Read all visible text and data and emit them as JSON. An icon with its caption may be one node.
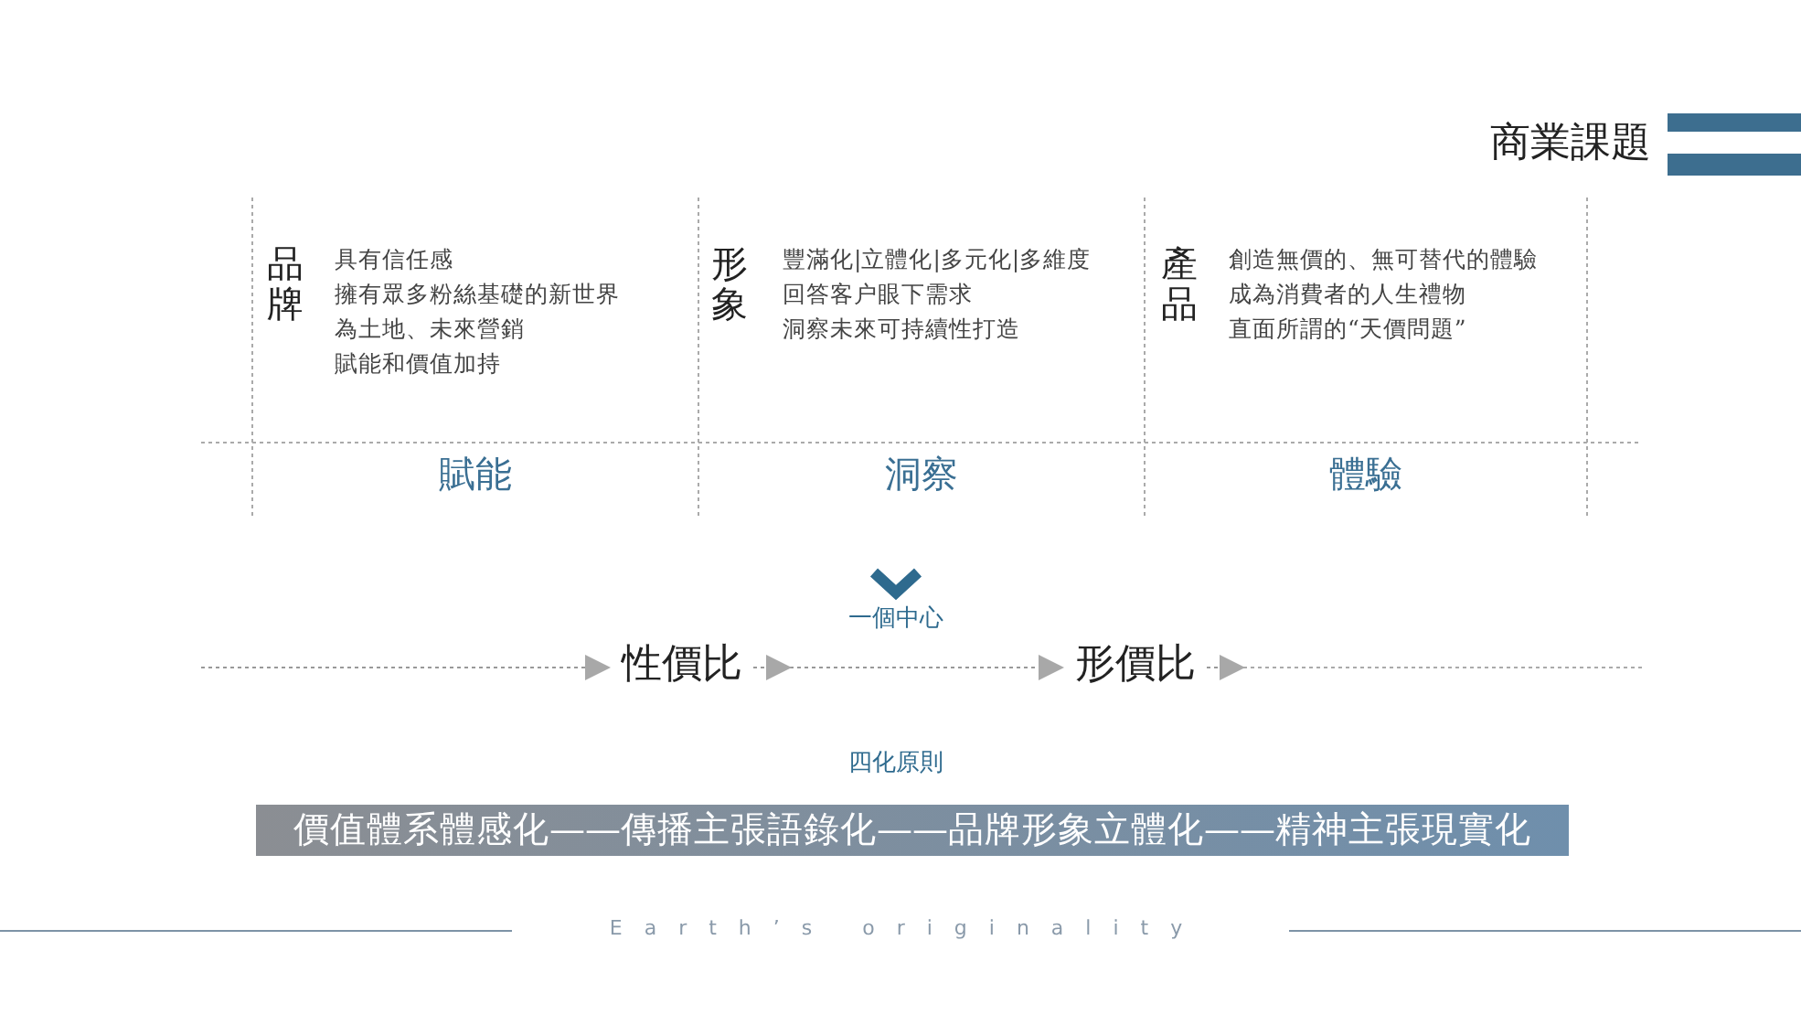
{
  "diagram": {
    "title": "商業課題",
    "nodes": [
      {
        "text": [
          "性價比"
        ]
      },
      {
        "text": [
          "形價比"
        ]
      },
      {
        "text": [
          "價值體系體感化——傳播主張語錄化——品牌形象立體化——精神主張現實化"
        ]
      }
    ],
    "edges": [
      {
        "from": null,
        "to": 0,
        "arrow": "to",
        "style": "dashed"
      },
      {
        "from": 0,
        "to": 1,
        "arrow": "to",
        "style": "dashed"
      },
      {
        "from": 1,
        "to": null,
        "arrow": "to",
        "style": "dashed"
      }
    ],
    "labels": [
      "品牌",
      "具有信任感",
      "擁有眾多粉絲基礎的新世界",
      "為土地、未來營銷",
      "賦能和價值加持",
      "形象",
      "豐滿化|立體化|多元化|多維度",
      "回答客户眼下需求",
      "洞察未來可持續性打造",
      "產品",
      "創造無價的、無可替代的體驗",
      "成為消費者的人生禮物",
      "直面所謂的“天價問題”",
      "賦能",
      "洞察",
      "體驗",
      "一個中心",
      "四化原則",
      "Earth’s originality"
    ]
  }
}
